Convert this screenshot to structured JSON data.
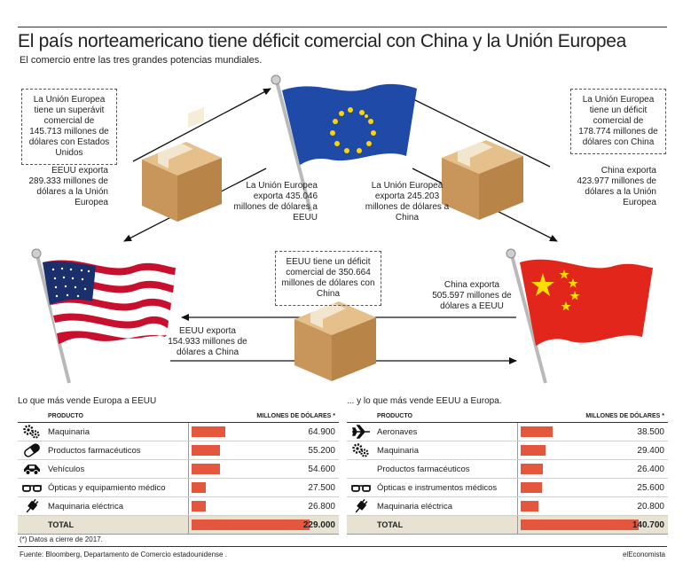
{
  "title": "El país norteamericano tiene déficit comercial con China y la Unión Europea",
  "subtitle": "El comercio entre las tres grandes potencias mundiales.",
  "notes": {
    "eu_surplus": "La Unión Europea tiene un superávit comercial de 145.713 millones de dólares con Estados Unidos",
    "eu_deficit_china": "La Unión Europea tiene un déficit comercial de 178.774 millones de dólares con China",
    "us_deficit_china": "EEUU tiene un déficit comercial de 350.664 millones de dólares con China"
  },
  "flows": {
    "us_to_eu": "EEUU exporta 289.333 millones de dólares a la Unión Europea",
    "eu_to_us": "La Unión Europea exporta 435.046 millones de dólares a EEUU",
    "eu_to_china": "La Unión Europea exporta 245.203 millones de dólares a China",
    "china_to_eu": "China exporta 423.977 millones de dólares a la Unión Europea",
    "china_to_us": "China exporta 505.597 millones de dólares a EEUU",
    "us_to_china": "EEUU exporta 154.933 millones de dólares a China"
  },
  "chart_data": [
    {
      "type": "bar",
      "title": "Lo que más vende Europa a EEUU",
      "col_product": "PRODUCTO",
      "col_value": "MILLONES DE DÓLARES *",
      "categories": [
        "Maquinaria",
        "Productos farmacéuticos",
        "Vehículos",
        "Ópticas y equipamiento médico",
        "Maquinaria eléctrica"
      ],
      "values": [
        64900,
        55200,
        54600,
        27500,
        26800
      ],
      "value_labels": [
        "64.900",
        "55.200",
        "54.600",
        "27.500",
        "26.800"
      ],
      "icons": [
        "gears-icon",
        "pill-icon",
        "car-icon",
        "glasses-icon",
        "plug-icon"
      ],
      "total_label": "TOTAL",
      "total": 229000,
      "total_text": "229.000",
      "bar_color": "#e5573d"
    },
    {
      "type": "bar",
      "title": "... y lo que más vende EEUU a Europa.",
      "col_product": "PRODUCTO",
      "col_value": "MILLONES DE DÓLARES *",
      "categories": [
        "Aeronaves",
        "Maquinaria",
        "Productos farmacéuticos",
        "Ópticas e instrumentos médicos",
        "Maquinaria eléctrica"
      ],
      "values": [
        38500,
        29400,
        26400,
        25600,
        20800
      ],
      "value_labels": [
        "38.500",
        "29.400",
        "26.400",
        "25.600",
        "20.800"
      ],
      "icons": [
        "airplane-icon",
        "gears-icon",
        "",
        "glasses-icon",
        "plug-icon"
      ],
      "total_label": "TOTAL",
      "total": 140700,
      "total_text": "140.700",
      "bar_color": "#e5573d"
    }
  ],
  "footnote": "(*) Datos a cierre de 2017.",
  "source": "Fuente: Bloomberg, Departamento de Comercio estadounidense .",
  "brand": "elEconomista",
  "colors": {
    "eu_blue": "#1f4aa8",
    "eu_star": "#ffd400",
    "china_red": "#e3261c",
    "usa_red": "#c8102e",
    "usa_blue": "#1c2f6d",
    "box": "#d2a56b",
    "total_row": "#e8e2d3"
  }
}
